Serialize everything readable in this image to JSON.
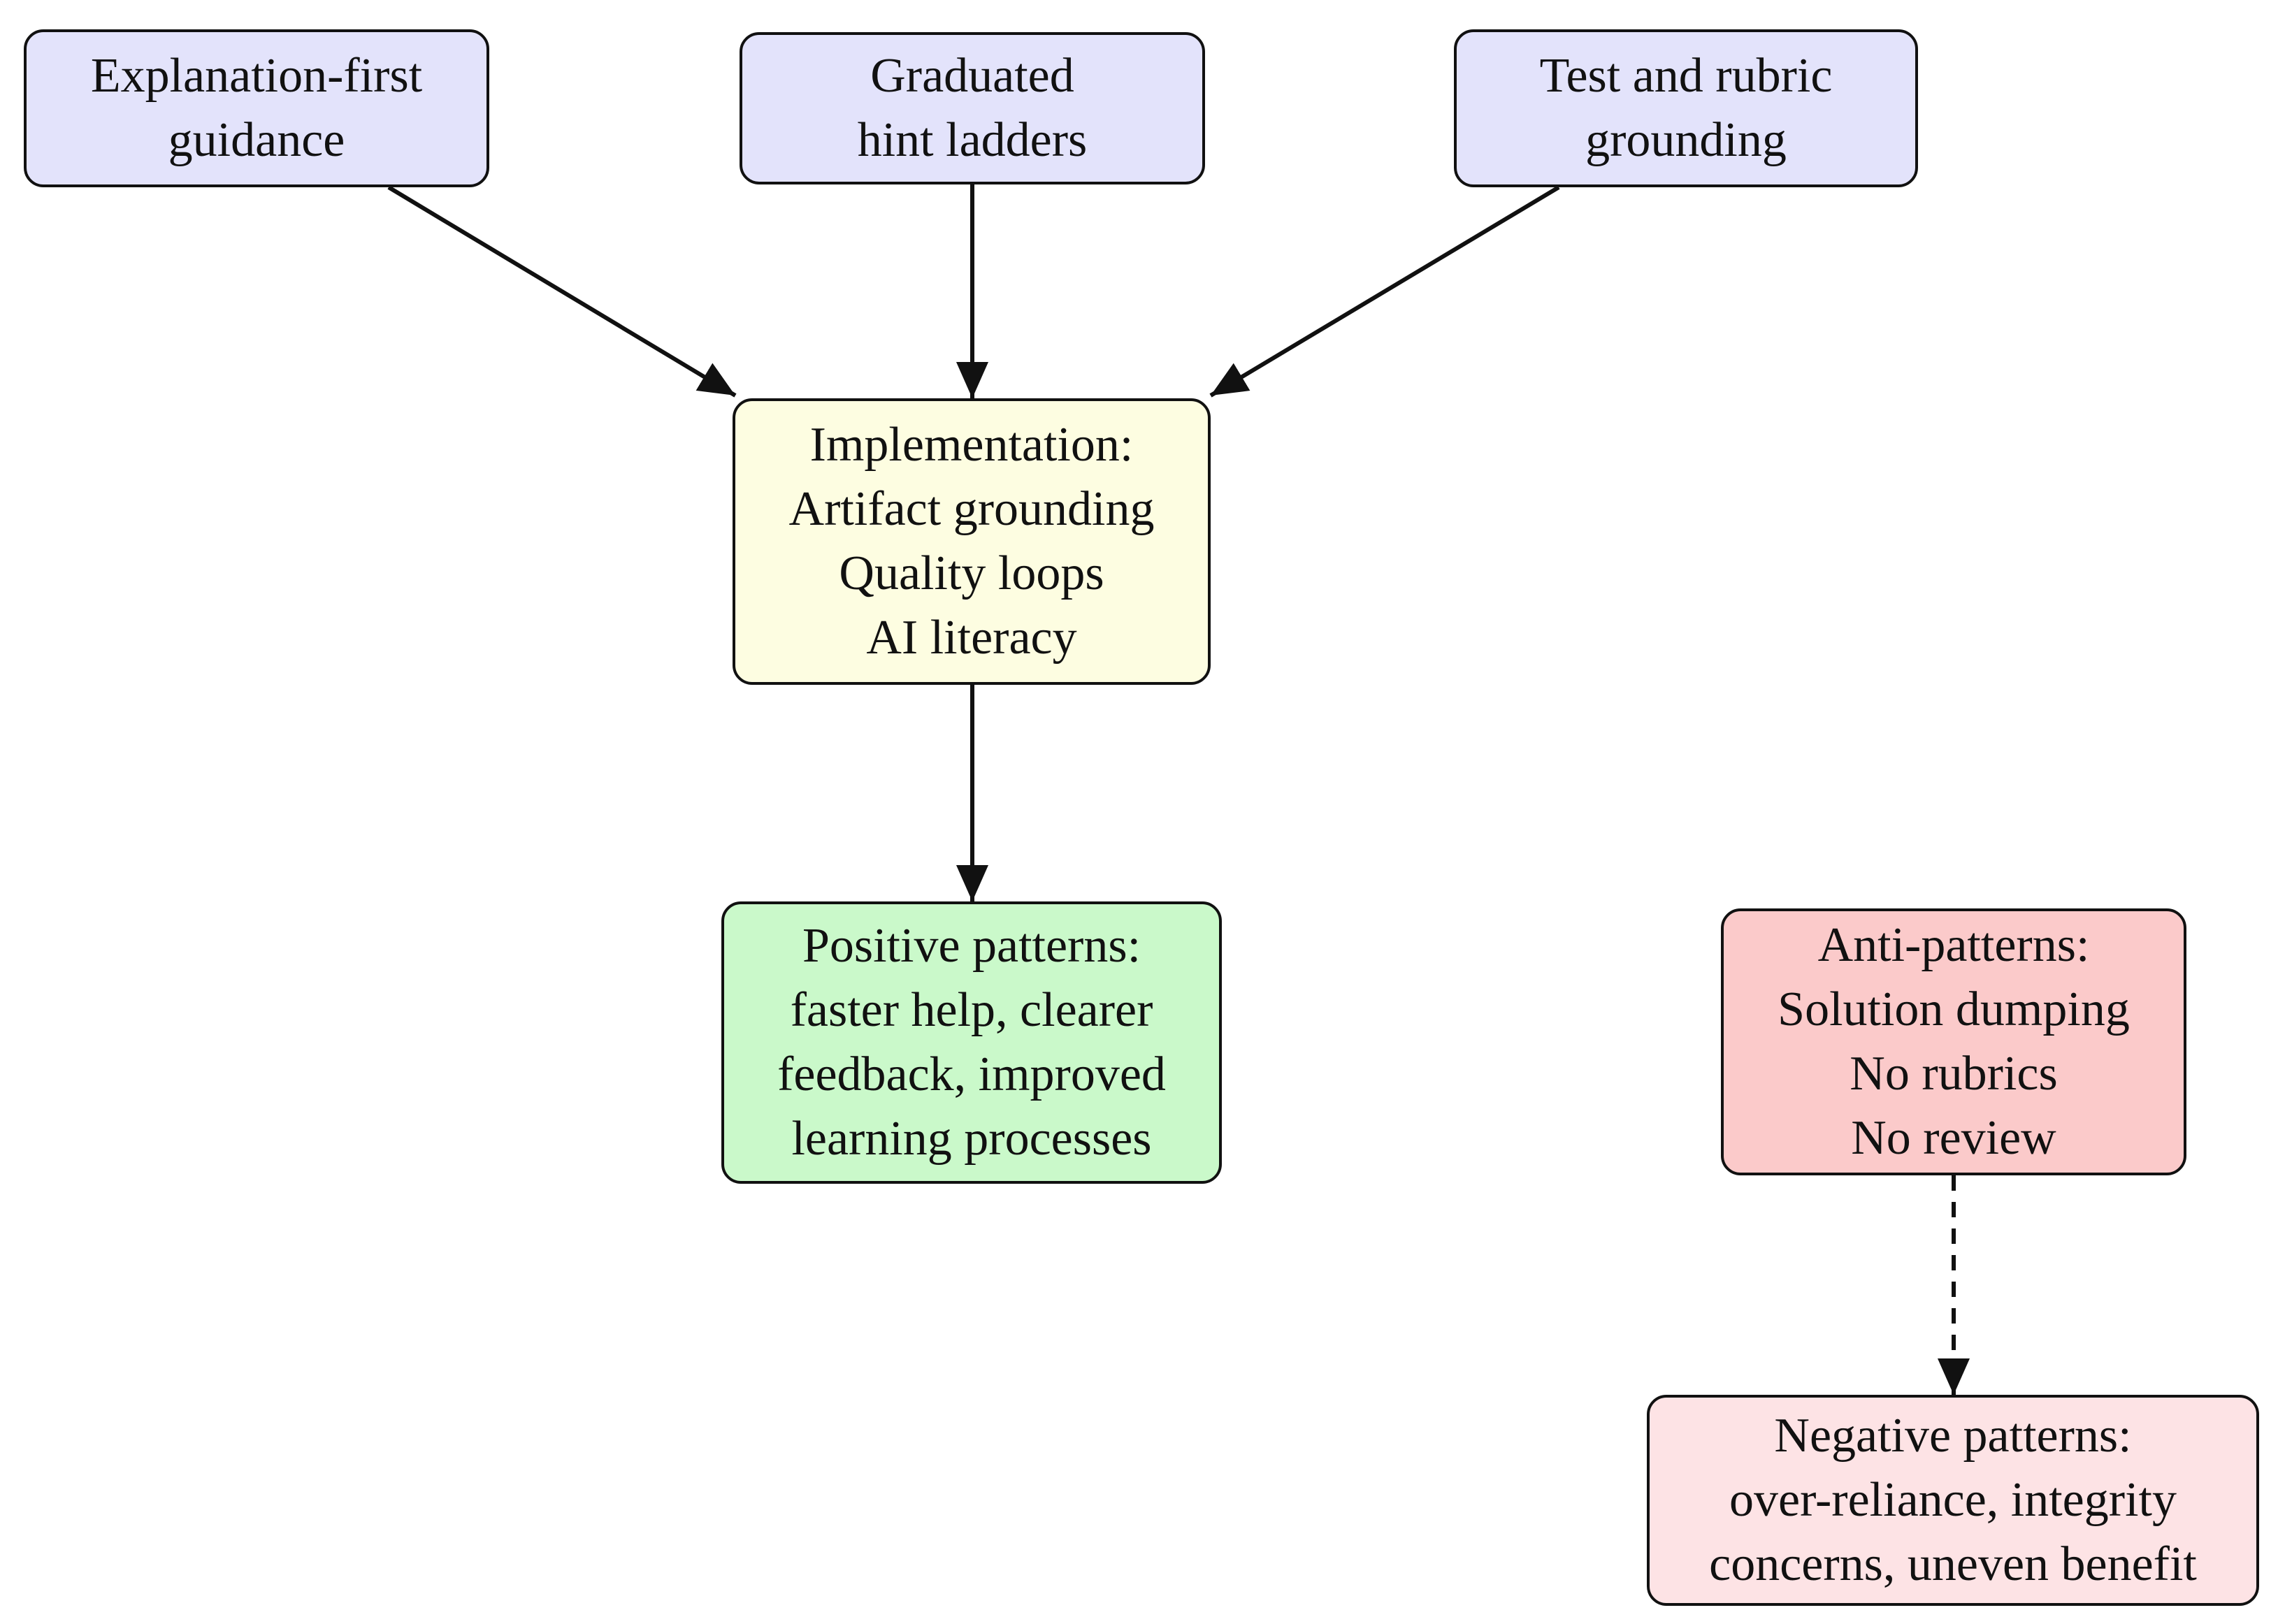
{
  "nodes": {
    "explanation_first": {
      "lines": [
        "Explanation-first",
        "guidance"
      ]
    },
    "graduated_hints": {
      "lines": [
        "Graduated",
        "hint ladders"
      ]
    },
    "test_rubric": {
      "lines": [
        "Test and rubric",
        "grounding"
      ]
    },
    "implementation": {
      "lines": [
        "Implementation:",
        "Artifact grounding",
        "Quality loops",
        "AI literacy"
      ]
    },
    "positive_patterns": {
      "lines": [
        "Positive patterns:",
        "faster help, clearer",
        "feedback, improved",
        "learning processes"
      ]
    },
    "anti_patterns": {
      "lines": [
        "Anti-patterns:",
        "Solution dumping",
        "No rubrics",
        "No review"
      ]
    },
    "negative_patterns": {
      "lines": [
        "Negative patterns:",
        "over-reliance, integrity",
        "concerns, uneven benefit"
      ]
    }
  },
  "edges": [
    {
      "from": "explanation_first",
      "to": "implementation",
      "style": "solid"
    },
    {
      "from": "graduated_hints",
      "to": "implementation",
      "style": "solid"
    },
    {
      "from": "test_rubric",
      "to": "implementation",
      "style": "solid"
    },
    {
      "from": "implementation",
      "to": "positive_patterns",
      "style": "solid"
    },
    {
      "from": "anti_patterns",
      "to": "negative_patterns",
      "style": "dashed"
    }
  ],
  "colors": {
    "strategy_fill": "#e3e3fb",
    "implementation_fill": "#fdfde1",
    "positive_fill": "#caf9ca",
    "anti_fill": "#fbcaca",
    "negative_fill": "#fde3e5",
    "stroke": "#111111"
  }
}
